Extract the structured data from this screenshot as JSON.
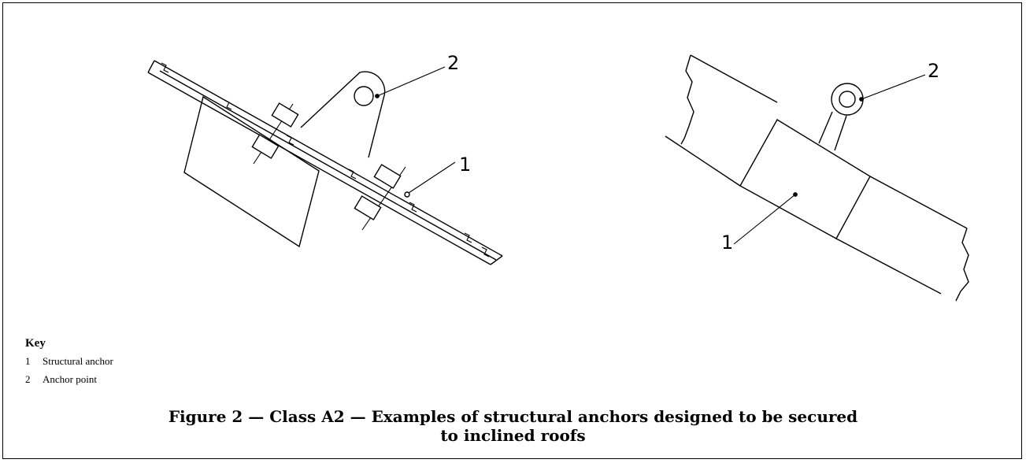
{
  "figure": {
    "left_view": {
      "callouts": [
        "2",
        "1"
      ]
    },
    "right_view": {
      "callouts": [
        "2",
        "1"
      ]
    },
    "key": {
      "title": "Key",
      "items": [
        {
          "number": "1",
          "label": "Structural anchor"
        },
        {
          "number": "2",
          "label": "Anchor point"
        }
      ]
    },
    "caption": {
      "line1": "Figure 2 — Class A2 — Examples of structural anchors designed to be secured",
      "line2": "to inclined roofs"
    }
  }
}
